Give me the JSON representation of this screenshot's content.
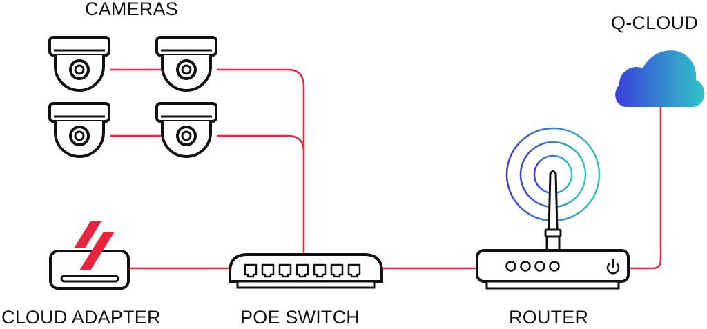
{
  "labels": {
    "cameras": "CAMERAS",
    "q_cloud": "Q-CLOUD",
    "cloud_adapter": "CLOUD ADAPTER",
    "poe_switch": "POE SWITCH",
    "router": "ROUTER"
  },
  "devices": {
    "camera_count": 4,
    "switch_port_count": 7,
    "router_button_count": 4
  },
  "colors": {
    "cable": "#e8253f",
    "outline": "#111111",
    "gradient_start": "#3b3fd9",
    "gradient_end": "#2ec5c8"
  },
  "icons": [
    "camera-icon",
    "poe-switch-icon",
    "router-icon",
    "cloud-adapter-icon",
    "cloud-icon",
    "power-icon",
    "upload-arrow-icon",
    "wifi-signal-icon"
  ]
}
